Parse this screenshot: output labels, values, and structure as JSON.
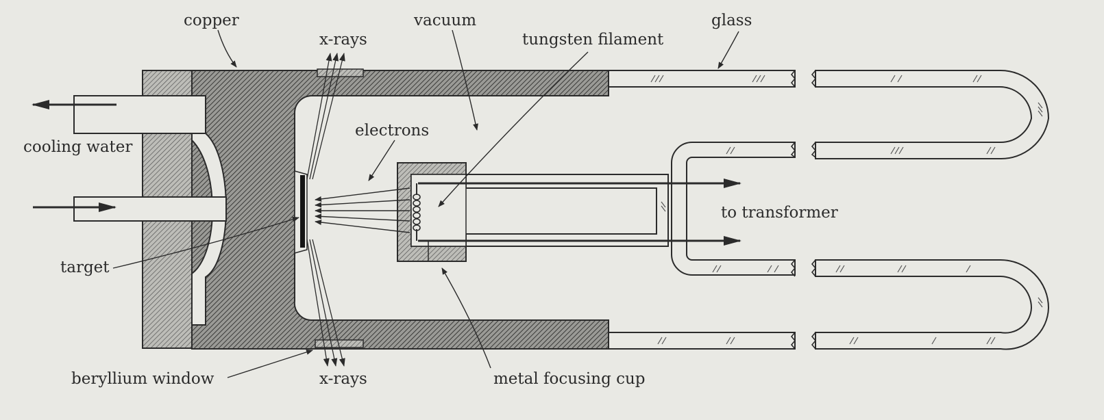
{
  "labels": {
    "copper": "copper",
    "xrays_top": "x-rays",
    "vacuum": "vacuum",
    "tungsten_filament": "tungsten filament",
    "glass": "glass",
    "electrons": "electrons",
    "cooling_water": "cooling water",
    "to_transformer": "to transformer",
    "target": "target",
    "beryllium_window": "beryllium window",
    "xrays_bottom": "x-rays",
    "metal_focusing_cup": "metal focusing cup"
  },
  "colors": {
    "background": "#e9e9e4",
    "ink": "#2b2b2b",
    "copper_fill": "#8a8a86",
    "glass_fill": "#e9e9e4"
  }
}
